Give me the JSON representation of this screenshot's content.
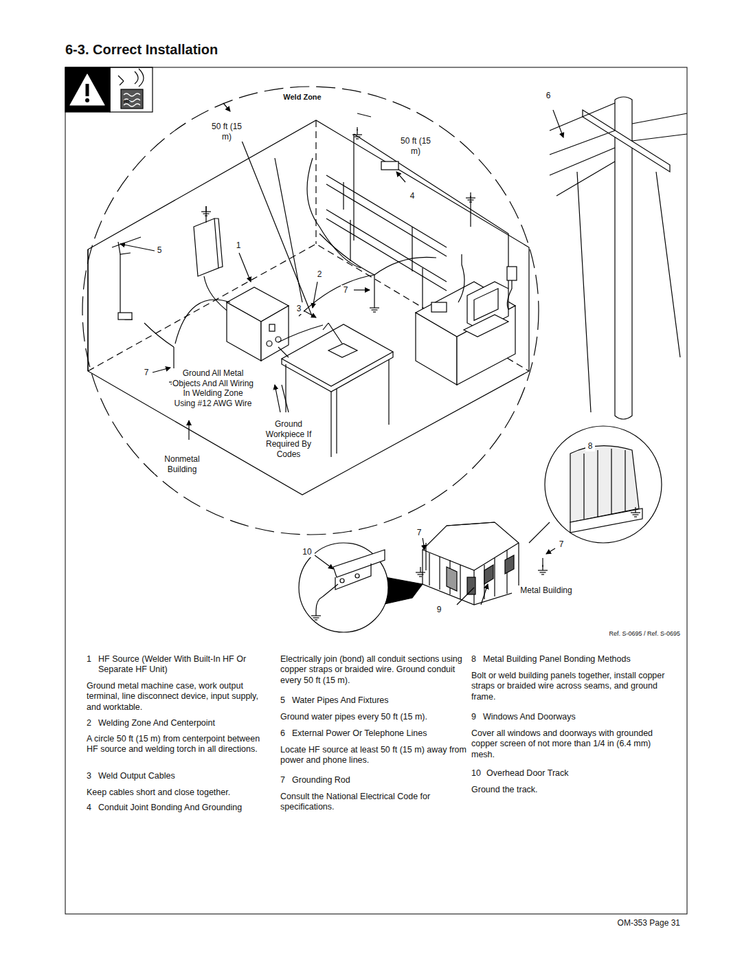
{
  "diagram": {
    "title": "6-3.  Correct Installation",
    "labels": [
      "HF",
      "Weld Zone",
      "6",
      "50 ft (15 m)",
      "50 ft (15 m)",
      "4",
      "5",
      "1",
      "2",
      "7",
      "3",
      "7",
      "Ground All Metal Objects And All Wiring In Welding Zone Using #12 AWG Wire",
      "Ground Workpiece If Required By Codes",
      "Nonmetal Building",
      "8",
      "7",
      "7",
      "10",
      "Metal Building",
      "9",
      "Ref. S-0695 / Ref. S-0695",
      "1",
      "HF Source (Welder With Built-In HF Or Separate HF Unit)",
      "Ground metal machine case, work output terminal, line disconnect device, input supply, and worktable.",
      "2",
      "Welding Zone And Centerpoint",
      "A circle 50 ft (15 m) from centerpoint between HF source and welding torch in all directions.",
      "3",
      "Weld Output Cables",
      "Keep cables short and close together.",
      "4",
      "Conduit Joint Bonding And Grounding",
      "Electrically join (bond) all conduit sections using copper straps or braided wire. Ground conduit every 50 ft (15 m).",
      "5",
      "Water Pipes And Fixtures",
      "Ground water pipes every 50 ft (15 m).",
      "6",
      "External Power Or Telephone Lines",
      "Locate HF source at least 50 ft (15 m) away from power and phone lines.",
      "7",
      "Grounding Rod",
      "Consult the National Electrical Code for specifications.",
      "8",
      "Metal Building Panel Bonding Methods",
      "Bolt or weld building panels together, install copper straps or braided wire across seams, and ground frame.",
      "9",
      "Windows And Doorways",
      "Cover all windows and doorways with grounded copper screen of not more than 1/4 in (6.4 mm) mesh.",
      "10",
      "Overhead Door Track",
      "Ground the track.",
      "OM-353 Page 31"
    ]
  }
}
